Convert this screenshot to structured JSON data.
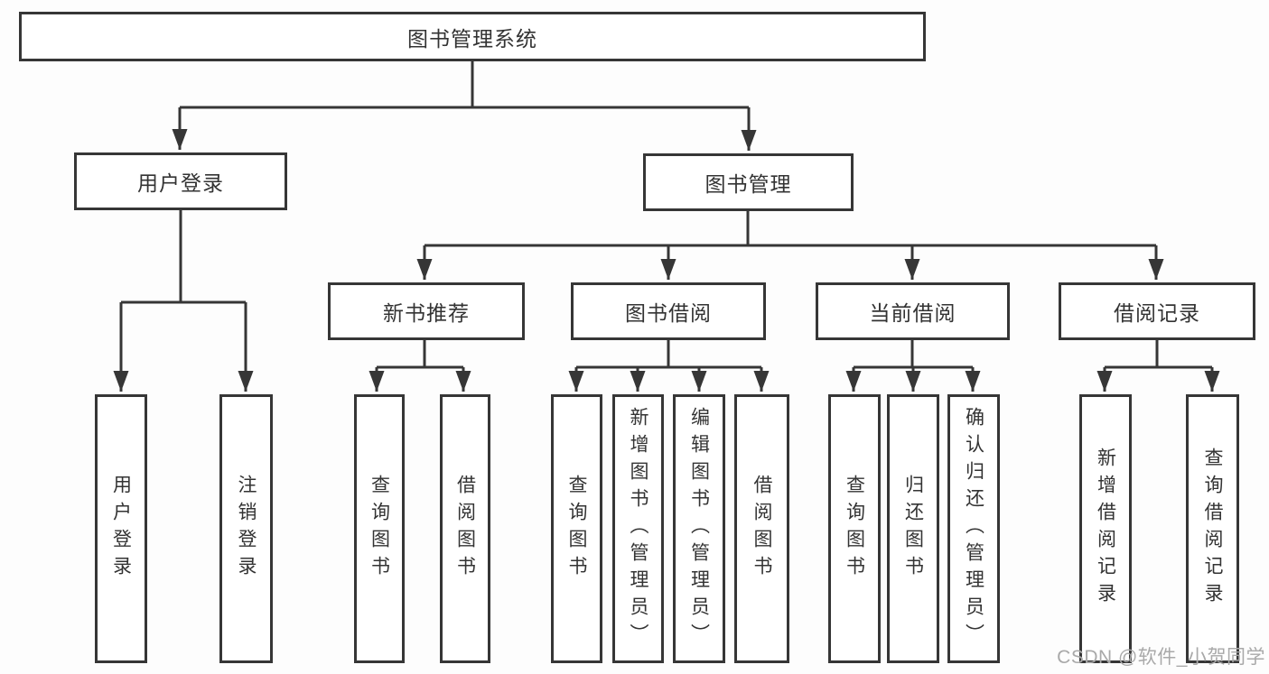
{
  "tree": {
    "root": {
      "label": "图书管理系统",
      "children": [
        {
          "label": "用户登录",
          "children": [
            {
              "label": "用户登录"
            },
            {
              "label": "注销登录"
            }
          ]
        },
        {
          "label": "图书管理",
          "children": [
            {
              "label": "新书推荐",
              "children": [
                {
                  "label": "查询图书"
                },
                {
                  "label": "借阅图书"
                }
              ]
            },
            {
              "label": "图书借阅",
              "children": [
                {
                  "label": "查询图书"
                },
                {
                  "label": "新增图书（管理员）"
                },
                {
                  "label": "编辑图书（管理员）"
                },
                {
                  "label": "借阅图书"
                }
              ]
            },
            {
              "label": "当前借阅",
              "children": [
                {
                  "label": "查询图书"
                },
                {
                  "label": "归还图书"
                },
                {
                  "label": "确认归还（管理员）"
                }
              ]
            },
            {
              "label": "借阅记录",
              "children": [
                {
                  "label": "新增借阅记录"
                },
                {
                  "label": "查询借阅记录"
                }
              ]
            }
          ]
        }
      ]
    }
  },
  "watermark": {
    "text": "CSDN @软件_小贺同学"
  },
  "colors": {
    "line": "#363636",
    "text": "#333333",
    "background": "#fdfdfd",
    "watermark": "#a9a9a9"
  }
}
